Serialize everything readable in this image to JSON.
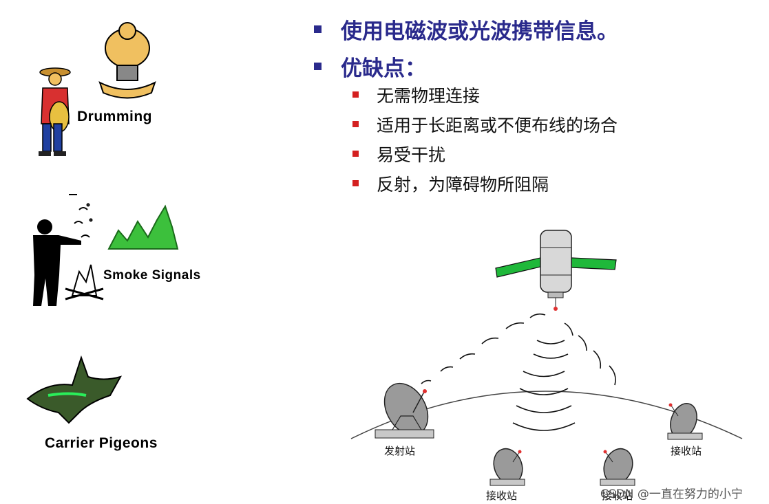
{
  "left_labels": {
    "drumming": "Drumming",
    "smoke": "Smoke Signals",
    "pigeons": "Carrier Pigeons"
  },
  "bullets": [
    "使用电磁波或光波携带信息。",
    "优缺点："
  ],
  "sub_bullets": [
    "无需物理连接",
    "适用于长距离或不便布线的场合",
    "易受干扰",
    "反射，为障碍物所阻隔"
  ],
  "stations": {
    "transmit": "发射站",
    "receive": "接收站"
  },
  "watermark": "CSDN @一直在努力的小宁",
  "colors": {
    "bullet_blue": "#2a2a8c",
    "sub_bullet_red": "#d42020",
    "solar_panel_green": "#1fb83a",
    "hill_green": "#3cc03c"
  }
}
